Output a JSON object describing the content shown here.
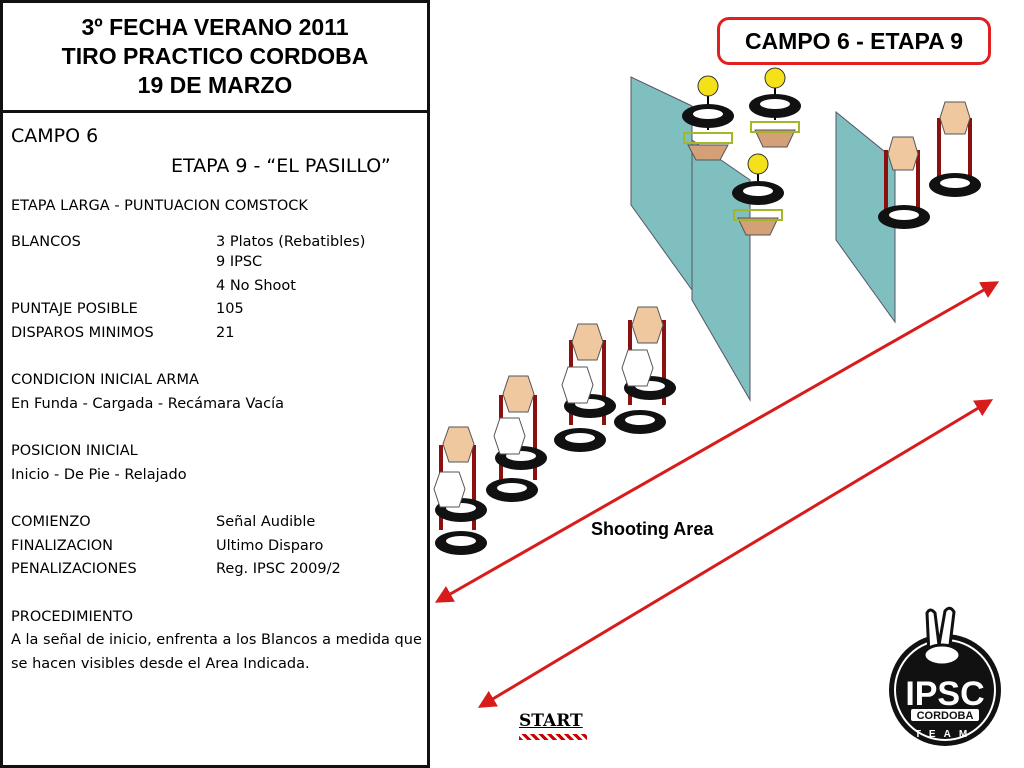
{
  "header": {
    "line1": "3º FECHA VERANO 2011",
    "line2": "TIRO PRACTICO CORDOBA",
    "line3": "19 DE MARZO"
  },
  "info": {
    "campo": "CAMPO 6",
    "etapa": "ETAPA 9 - “EL PASILLO”",
    "tipo": "ETAPA LARGA - PUNTUACION COMSTOCK",
    "blancos_label": "BLANCOS",
    "blancos_values": [
      "3 Platos (Rebatibles)",
      "9 IPSC",
      "4 No Shoot"
    ],
    "puntaje_label": "PUNTAJE POSIBLE",
    "puntaje_value": "105",
    "disparos_label": "DISPAROS MINIMOS",
    "disparos_value": "21",
    "condicion_label": "CONDICION INICIAL ARMA",
    "condicion_value": "En Funda - Cargada - Recámara Vacía",
    "posicion_label": "POSICION INICIAL",
    "posicion_value": "Inicio -  De Pie - Relajado",
    "comienzo_label": "COMIENZO",
    "comienzo_value": "Señal Audible",
    "finalizacion_label": "FINALIZACION",
    "finalizacion_value": "Ultimo Disparo",
    "penalizaciones_label": "PENALIZACIONES",
    "penalizaciones_value": "Reg. IPSC 2009/2",
    "procedimiento_label": "PROCEDIMIENTO",
    "procedimiento_text": "A la señal de inicio, enfrenta  a los Blancos a medida que se hacen visibles desde el Area Indicada."
  },
  "badge": "CAMPO 6 - ETAPA 9",
  "scene": {
    "shooting_area": "Shooting Area",
    "start": "START"
  },
  "logo": {
    "ipsc": "IPSC",
    "cordoba": "CORDOBA",
    "team": "TEAM"
  },
  "colors": {
    "wall": "#7fbfbf",
    "target": "#f0c8a0",
    "noshoot": "#ffffff",
    "stand": "#8b1010",
    "arrow": "#d81c1c",
    "plate": "#f5e11a"
  }
}
